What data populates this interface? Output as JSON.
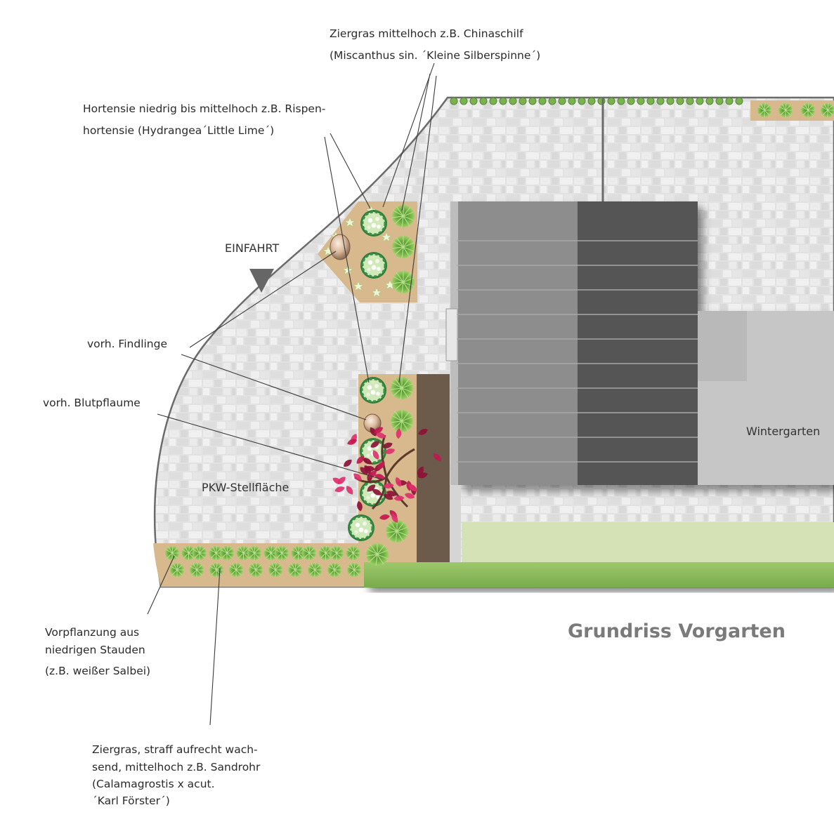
{
  "title": "Grundriss Vorgarten",
  "labels": {
    "einfahrt": "EINFAHRT",
    "pkw": "PKW-Stellfläche",
    "wintergarten": "Wintergarten",
    "ziergras_mittel": [
      "Ziergras mittelhoch z.B. Chinaschilf",
      "(Miscanthus sin. ´Kleine Silberspinne´)"
    ],
    "hortensie": [
      "Hortensie niedrig bis mittelhoch z.B. Rispen-",
      "hortensie (Hydrangea´Little Lime´)"
    ],
    "findlinge": "vorh. Findlinge",
    "blutpflaume": "vorh. Blutpflaume",
    "vorpflanzung": [
      "Vorpflanzung aus",
      "niedrigen Stauden",
      "(z.B. weißer Salbei)"
    ],
    "ziergras_straff": [
      "Ziergras, straff aufrecht wach-",
      "send, mittelhoch z.B. Sandrohr",
      "(Calamagrostis x acut.",
      "´Karl Förster´)"
    ]
  },
  "colors": {
    "paving": "#e4e4e4",
    "bed": "#d8b98e",
    "roof_light": "#8d8d8d",
    "roof_dark": "#555555",
    "wintergarten": "#c6c6c6",
    "lawn": "#d5e2b6",
    "hedge": "#8cb95a",
    "path": "#6c5a4b",
    "plum": "#c2184f",
    "title": "#7a7a7a"
  }
}
